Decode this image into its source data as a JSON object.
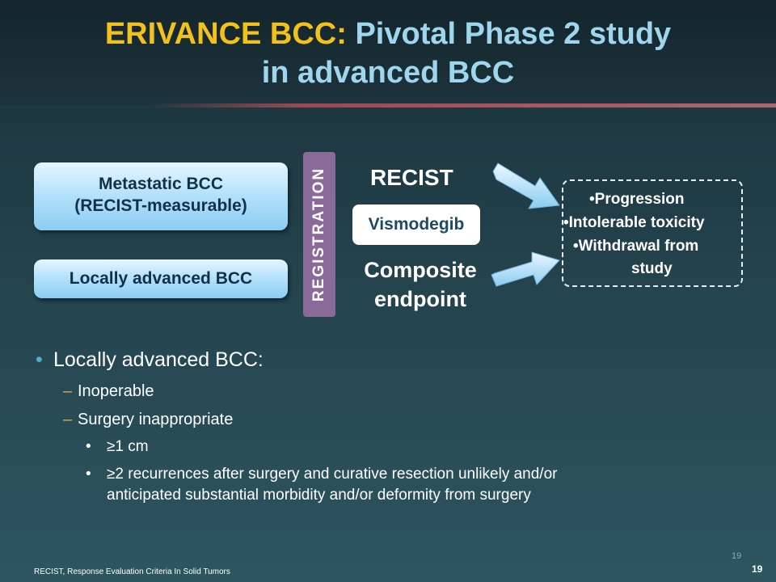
{
  "title": {
    "accent": "ERIVANCE BCC:",
    "rest": " Pivotal Phase 2 study",
    "line2": "in advanced BCC"
  },
  "diagram": {
    "metastatic_line1": "Metastatic BCC",
    "metastatic_line2": "(RECIST-measurable)",
    "locally_advanced": "Locally advanced BCC",
    "registration": "REGISTRATION",
    "recist": "RECIST",
    "drug": "Vismodegib",
    "composite_line1": "Composite",
    "composite_line2": "endpoint",
    "outcomes": [
      "Progression",
      "Intolerable toxicity",
      "Withdrawal from",
      "study"
    ]
  },
  "body": {
    "bullet": "Locally advanced BCC:",
    "sub": [
      "Inoperable",
      "Surgery inappropriate"
    ],
    "subsub": [
      "≥1 cm",
      "≥2 recurrences after surgery and curative resection unlikely and/or",
      "anticipated substantial morbidity and/or deformity from surgery"
    ]
  },
  "footnote": "RECIST, Response Evaluation Criteria In Solid Tumors",
  "page_number_small": "19",
  "page_number": "19",
  "colors": {
    "title_accent": "#f2c11a",
    "title_main": "#9ed6ee",
    "registration_bar": "#8a6a99",
    "bullet_dot": "#3fb6d0",
    "sub_dash": "#e3a94a"
  }
}
